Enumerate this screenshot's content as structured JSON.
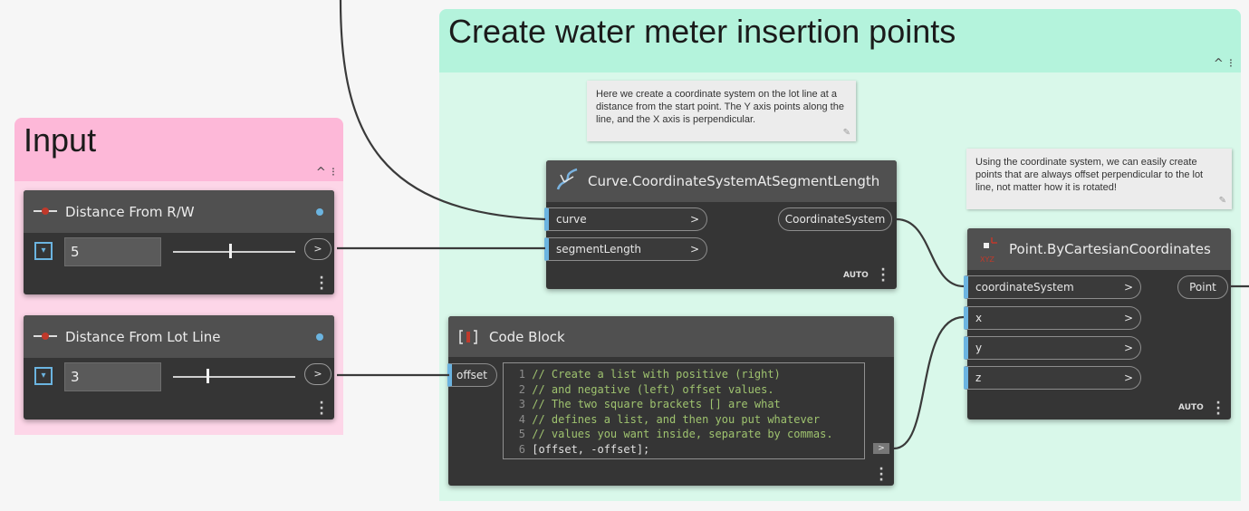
{
  "groups": {
    "input": {
      "title": "Input",
      "collapse": "^ ⁝"
    },
    "water": {
      "title": "Create water meter insertion points",
      "collapse": "^ ⁝"
    }
  },
  "notes": {
    "coord_note": "Here we create a coordinate system on the lot line at a distance from the start point. The Y axis points along the line, and the X axis is perpendicular.",
    "offset_note": "Using the coordinate system, we can easily create points that are always offset perpendicular to the lot line, not matter how it is rotated!"
  },
  "sliders": [
    {
      "title": "Distance From R/W",
      "value": "5",
      "fill": 0.47,
      "out": ">"
    },
    {
      "title": "Distance From Lot Line",
      "value": "3",
      "fill": 0.28,
      "out": ">"
    }
  ],
  "coord_node": {
    "title": "Curve.CoordinateSystemAtSegmentLength",
    "inputs": [
      "curve",
      "segmentLength"
    ],
    "output": "CoordinateSystem",
    "auto": "AUTO"
  },
  "point_node": {
    "title": "Point.ByCartesianCoordinates",
    "icon_label": "XYZ",
    "inputs": [
      "coordinateSystem",
      "x",
      "y",
      "z"
    ],
    "output": "Point",
    "auto": "AUTO"
  },
  "code_block": {
    "title": "Code Block",
    "input": "offset",
    "out_label": ">",
    "lines": [
      {
        "n": "1",
        "text": "// Create a list with positive (right)"
      },
      {
        "n": "2",
        "text": "// and negative (left) offset values."
      },
      {
        "n": "3",
        "text": "// The two square brackets [] are what"
      },
      {
        "n": "4",
        "text": "// defines a list, and then you put whatever"
      },
      {
        "n": "5",
        "text": "// values you want inside, separate by commas."
      },
      {
        "n": "6",
        "text": "[offset, -offset];"
      }
    ]
  },
  "chevron": ">",
  "pin_icon": "pin-icon",
  "colors": {
    "input_group_header": "#fdb8d8",
    "input_group_body": "#fdd6e8",
    "water_group_header": "#b4f3dc",
    "water_group_body": "#d9f8ea",
    "node_body": "#353535",
    "node_header": "#505050",
    "port_accent": "#6bb4e0",
    "wire": "#3a3a3a"
  }
}
